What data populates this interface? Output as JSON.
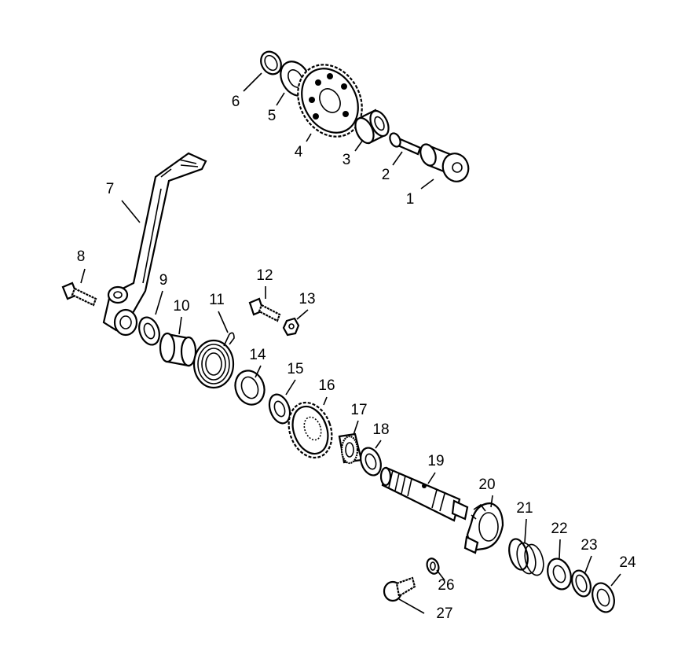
{
  "diagram": {
    "title": "Kick starter exploded view",
    "labels": [
      "1",
      "2",
      "3",
      "4",
      "5",
      "6",
      "7",
      "8",
      "9",
      "10",
      "11",
      "12",
      "13",
      "14",
      "15",
      "16",
      "17",
      "18",
      "19",
      "20",
      "21",
      "22",
      "23",
      "24",
      "26",
      "27"
    ]
  }
}
